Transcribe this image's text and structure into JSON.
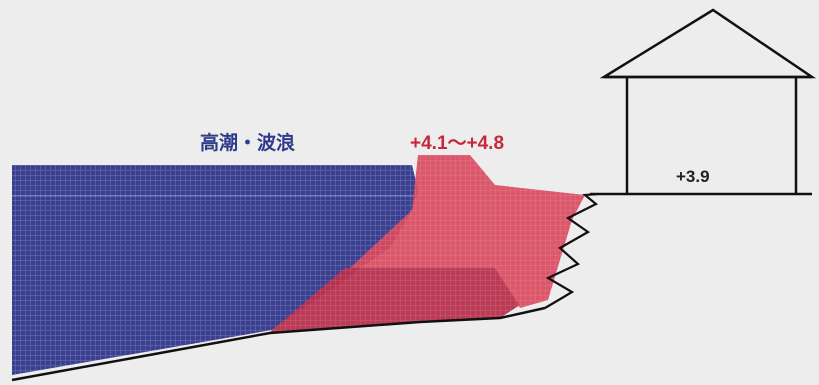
{
  "labels": {
    "wave": "高潮・波浪",
    "wave_height": "+4.1～+4.8",
    "house_elevation": "+3.9"
  },
  "colors": {
    "background": "#ededed",
    "sea": "#3a3f8f",
    "wave_front": "#d94a5e",
    "wave_back": "#b8304e",
    "label_blue": "#2f3c8c",
    "label_red": "#c9283c",
    "line": "#111111"
  }
}
